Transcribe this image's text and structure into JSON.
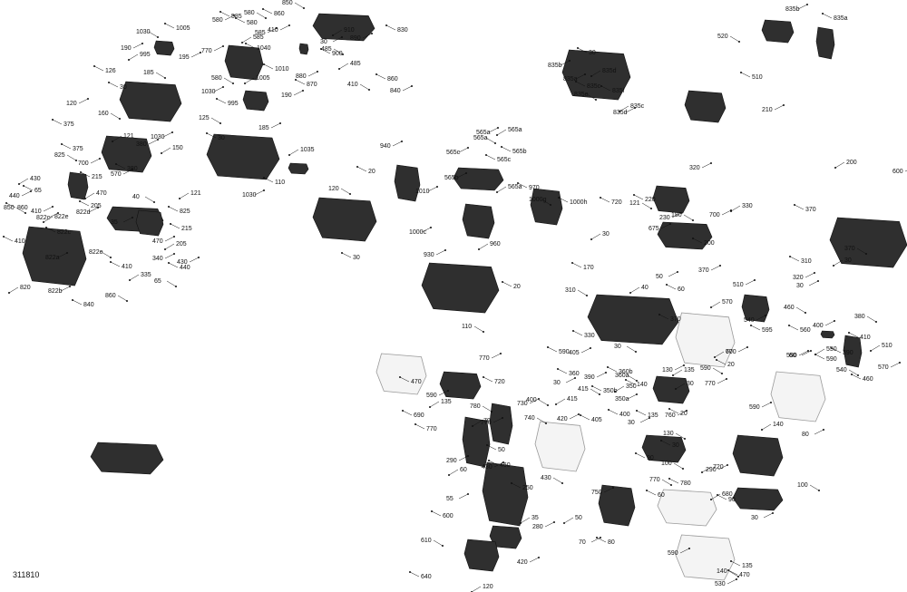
{
  "drawing_number": "311810",
  "callouts": [
    "1030",
    "1005",
    "190",
    "995",
    "195",
    "126",
    "185",
    "30",
    "120",
    "121",
    "1030",
    "375",
    "160",
    "375",
    "380",
    "150",
    "700",
    "380",
    "825",
    "215",
    "570",
    "470",
    "822d",
    "205",
    "40",
    "825",
    "35",
    "430",
    "440",
    "65",
    "850",
    "860",
    "410",
    "822e",
    "822c",
    "822c",
    "822e",
    "410",
    "822a",
    "820",
    "822b",
    "840",
    "860",
    "410",
    "340",
    "335",
    "430",
    "440",
    "65",
    "215",
    "470",
    "205",
    "580",
    "585",
    "580",
    "580",
    "585",
    "585",
    "770",
    "1040",
    "580",
    "1010",
    "1030",
    "1005",
    "190",
    "995",
    "125",
    "30",
    "185",
    "121",
    "1030",
    "110",
    "850",
    "860",
    "410",
    "910",
    "890",
    "830",
    "485",
    "900",
    "30",
    "485",
    "880",
    "870",
    "410",
    "860",
    "840",
    "1035",
    "940",
    "20",
    "120",
    "30",
    "565a",
    "565a",
    "565c",
    "565b",
    "565a",
    "565c",
    "565b",
    "565a",
    "1010",
    "970",
    "1000g",
    "1000h",
    "1000c",
    "960",
    "930",
    "20",
    "110",
    "30",
    "835b",
    "835d",
    "835a",
    "835c",
    "835e",
    "835f",
    "835d",
    "835c",
    "835b",
    "835a",
    "520",
    "510",
    "210",
    "200",
    "600",
    "370",
    "370",
    "310",
    "320",
    "330",
    "700",
    "720",
    "121",
    "220",
    "230",
    "30",
    "675",
    "200",
    "180",
    "170",
    "370",
    "40",
    "50",
    "60",
    "310",
    "370",
    "510",
    "570",
    "540",
    "595",
    "460",
    "560",
    "400",
    "550",
    "590",
    "410",
    "380",
    "390",
    "30",
    "30",
    "320",
    "330",
    "30",
    "590",
    "60",
    "135",
    "130",
    "140",
    "590",
    "20",
    "770",
    "30",
    "405",
    "360",
    "360a",
    "360b",
    "390",
    "350",
    "350a",
    "350b",
    "415",
    "400",
    "30",
    "415",
    "420",
    "405",
    "400",
    "470",
    "590",
    "135",
    "770",
    "720",
    "780",
    "690",
    "730",
    "70",
    "770",
    "770",
    "740",
    "50",
    "290",
    "60",
    "430",
    "460",
    "430",
    "250",
    "55",
    "35",
    "280",
    "600",
    "610",
    "640",
    "420",
    "120",
    "30",
    "135",
    "130",
    "20",
    "590",
    "140",
    "80",
    "90",
    "100",
    "30",
    "760",
    "720",
    "750",
    "780",
    "770",
    "60",
    "290",
    "50",
    "70",
    "80",
    "100",
    "90",
    "30",
    "680",
    "590",
    "135",
    "140",
    "470",
    "530",
    "510",
    "570",
    "460",
    "540",
    "590",
    "60",
    "770"
  ],
  "colors": {
    "ink": "#111111",
    "part": "#2f2f2f",
    "phantom": "#9a9a9a",
    "background": "#ffffff"
  }
}
